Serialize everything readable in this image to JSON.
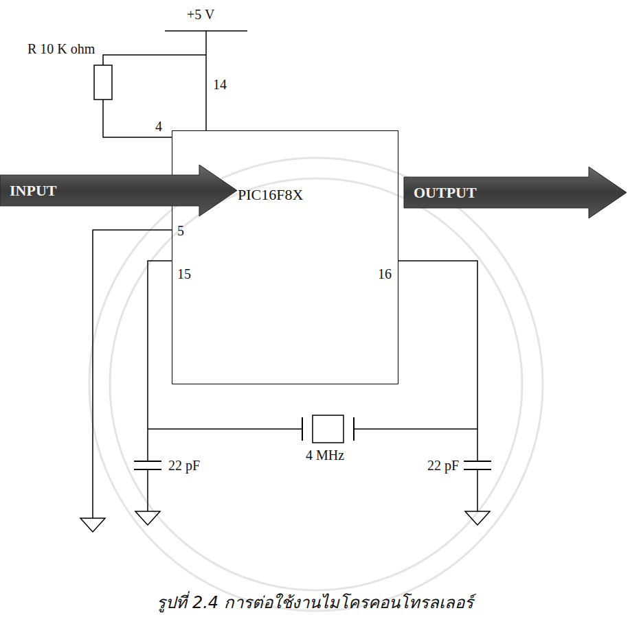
{
  "diagram": {
    "caption": "รูปที่ 2.4 การต่อใช้งานไมโครคอนโทรลเลอร์",
    "nodes": [
      {
        "text": [
          "INPUT"
        ]
      },
      {
        "text": [
          "PIC16F8X"
        ]
      },
      {
        "text": [
          "OUTPUT"
        ]
      }
    ],
    "labels": [
      "+5 V",
      "R 10 K ohm",
      "14",
      "4",
      "5",
      "15",
      "16",
      "22 pF",
      "4 MHz",
      "22 pF"
    ]
  }
}
